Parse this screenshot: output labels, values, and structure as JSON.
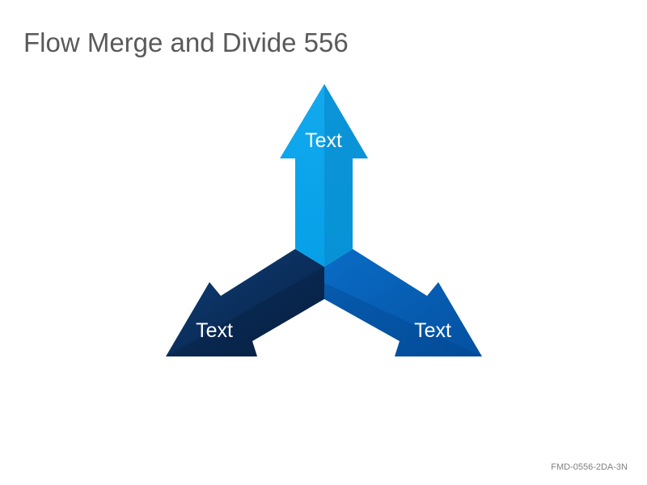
{
  "slide": {
    "title": "Flow Merge and Divide 556",
    "footer_code": "FMD-0556-2DA-3N"
  },
  "arrows": {
    "up": {
      "label": "Text",
      "color_main": "#0aa3ea",
      "color_shade": "#0a8ed0"
    },
    "left": {
      "label": "Text",
      "color_main": "#0d3a6e",
      "color_shade": "#092a52"
    },
    "right": {
      "label": "Text",
      "color_main": "#0662b8",
      "color_shade": "#0654a3"
    }
  }
}
